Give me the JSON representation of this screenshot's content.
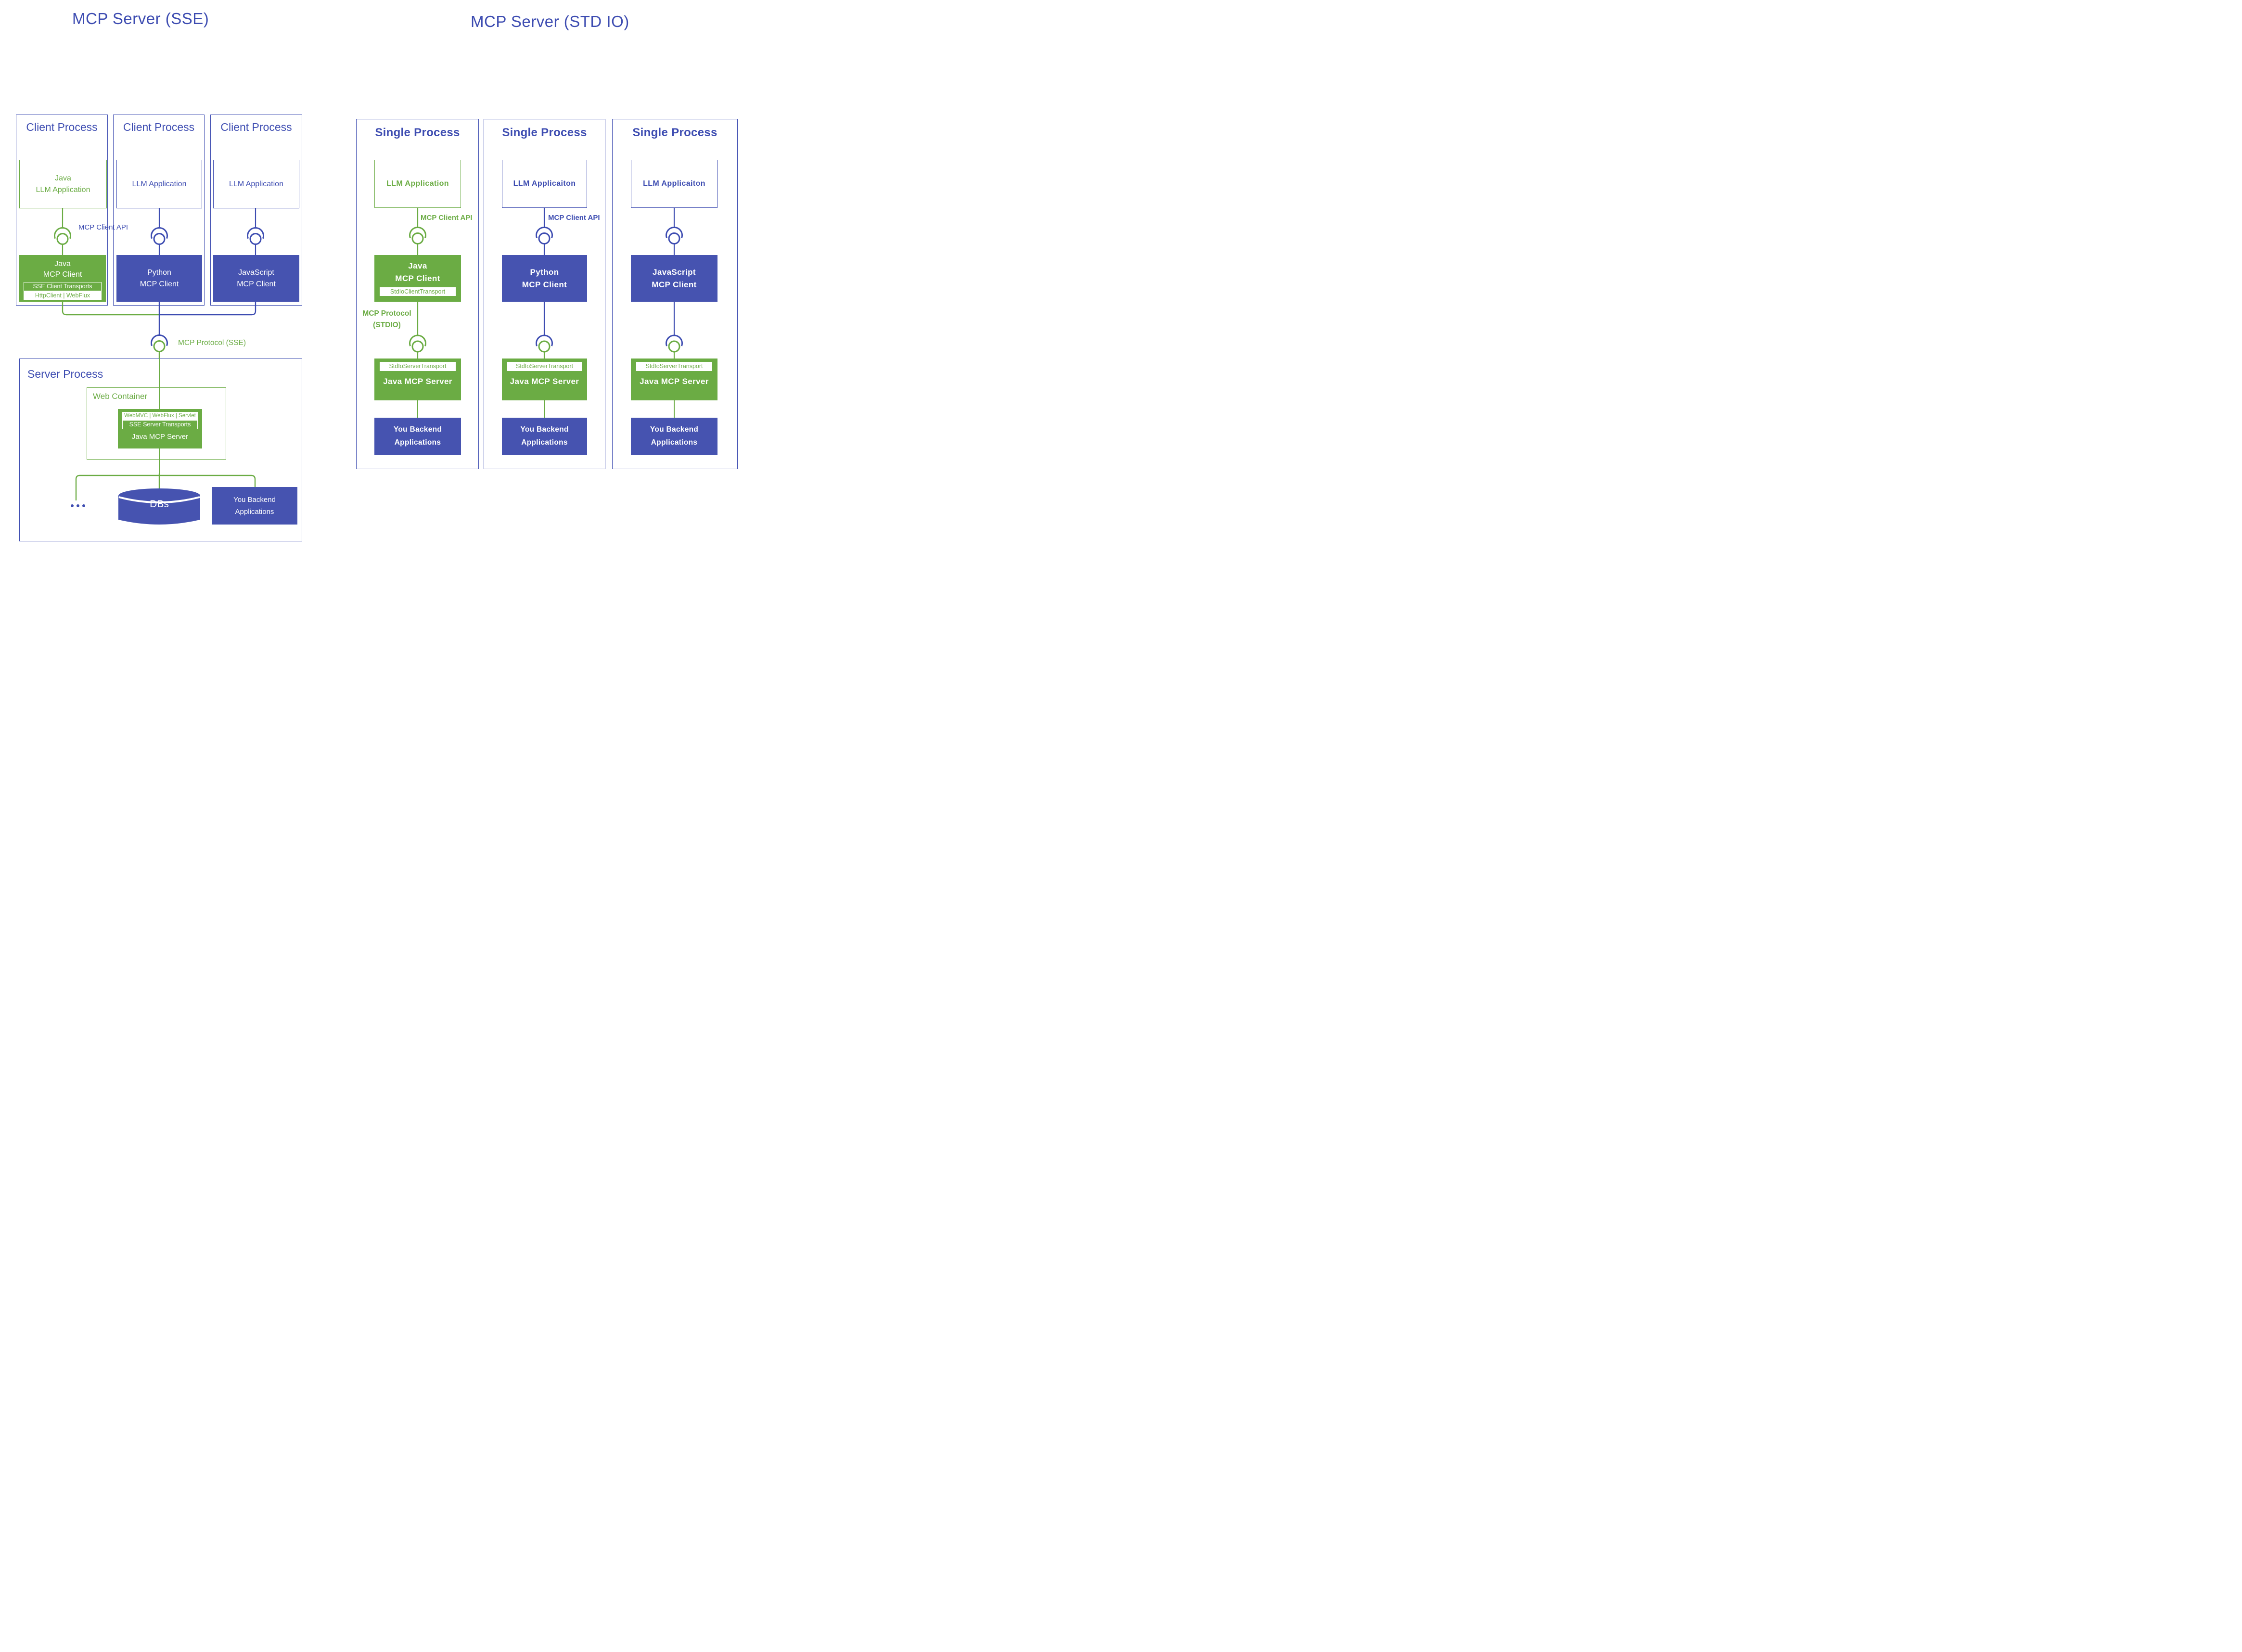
{
  "palette": {
    "green": "#6bac44",
    "blue_line": "#3d4cb1",
    "blue_fill": "#4653b0",
    "white": "#ffffff"
  },
  "sse": {
    "title": "MCP Server (SSE)",
    "client_api_label": "MCP Client API",
    "protocol_label": "MCP Protocol (SSE)",
    "columns": [
      {
        "process": "Client Process",
        "app_line1": "Java",
        "app_line2": "LLM Application",
        "client_line1": "Java",
        "client_line2": "MCP Client",
        "transport": "SSE Client Transports",
        "impl": "HttpClient | WebFlux"
      },
      {
        "process": "Client Process",
        "app_line1": "LLM Application",
        "client_line1": "Python",
        "client_line2": "MCP Client"
      },
      {
        "process": "Client Process",
        "app_line1": "LLM Application",
        "client_line1": "JavaScript",
        "client_line2": "MCP Client"
      }
    ],
    "server": {
      "process": "Server Process",
      "web_container": "Web Container",
      "frameworks": "WebMVC | WebFlux | Servlet",
      "transport": "SSE Server Transports",
      "name": "Java MCP Server",
      "ellipsis": "...",
      "dbs": "DBs",
      "backend_line1": "You Backend",
      "backend_line2": "Applications"
    }
  },
  "stdio": {
    "title": "MCP Server (STD IO)",
    "client_api_label": "MCP Client API",
    "protocol_line1": "MCP Protocol",
    "protocol_line2": "(STDIO)",
    "columns": [
      {
        "process": "Single Process",
        "app": "LLM Application",
        "client_line1": "Java",
        "client_line2": "MCP Client",
        "client_transport": "StdIoClientTransport",
        "server_transport": "StdIoServerTransport",
        "server": "Java MCP Server",
        "backend_line1": "You Backend",
        "backend_line2": "Applications"
      },
      {
        "process": "Single Process",
        "app": "LLM Applicaiton",
        "client_line1": "Python",
        "client_line2": "MCP Client",
        "server_transport": "StdIoServerTransport",
        "server": "Java MCP Server",
        "backend_line1": "You Backend",
        "backend_line2": "Applications"
      },
      {
        "process": "Single Process",
        "app": "LLM Applicaiton",
        "client_line1": "JavaScript",
        "client_line2": "MCP Client",
        "server_transport": "StdIoServerTransport",
        "server": "Java MCP Server",
        "backend_line1": "You Backend",
        "backend_line2": "Applications"
      }
    ]
  }
}
